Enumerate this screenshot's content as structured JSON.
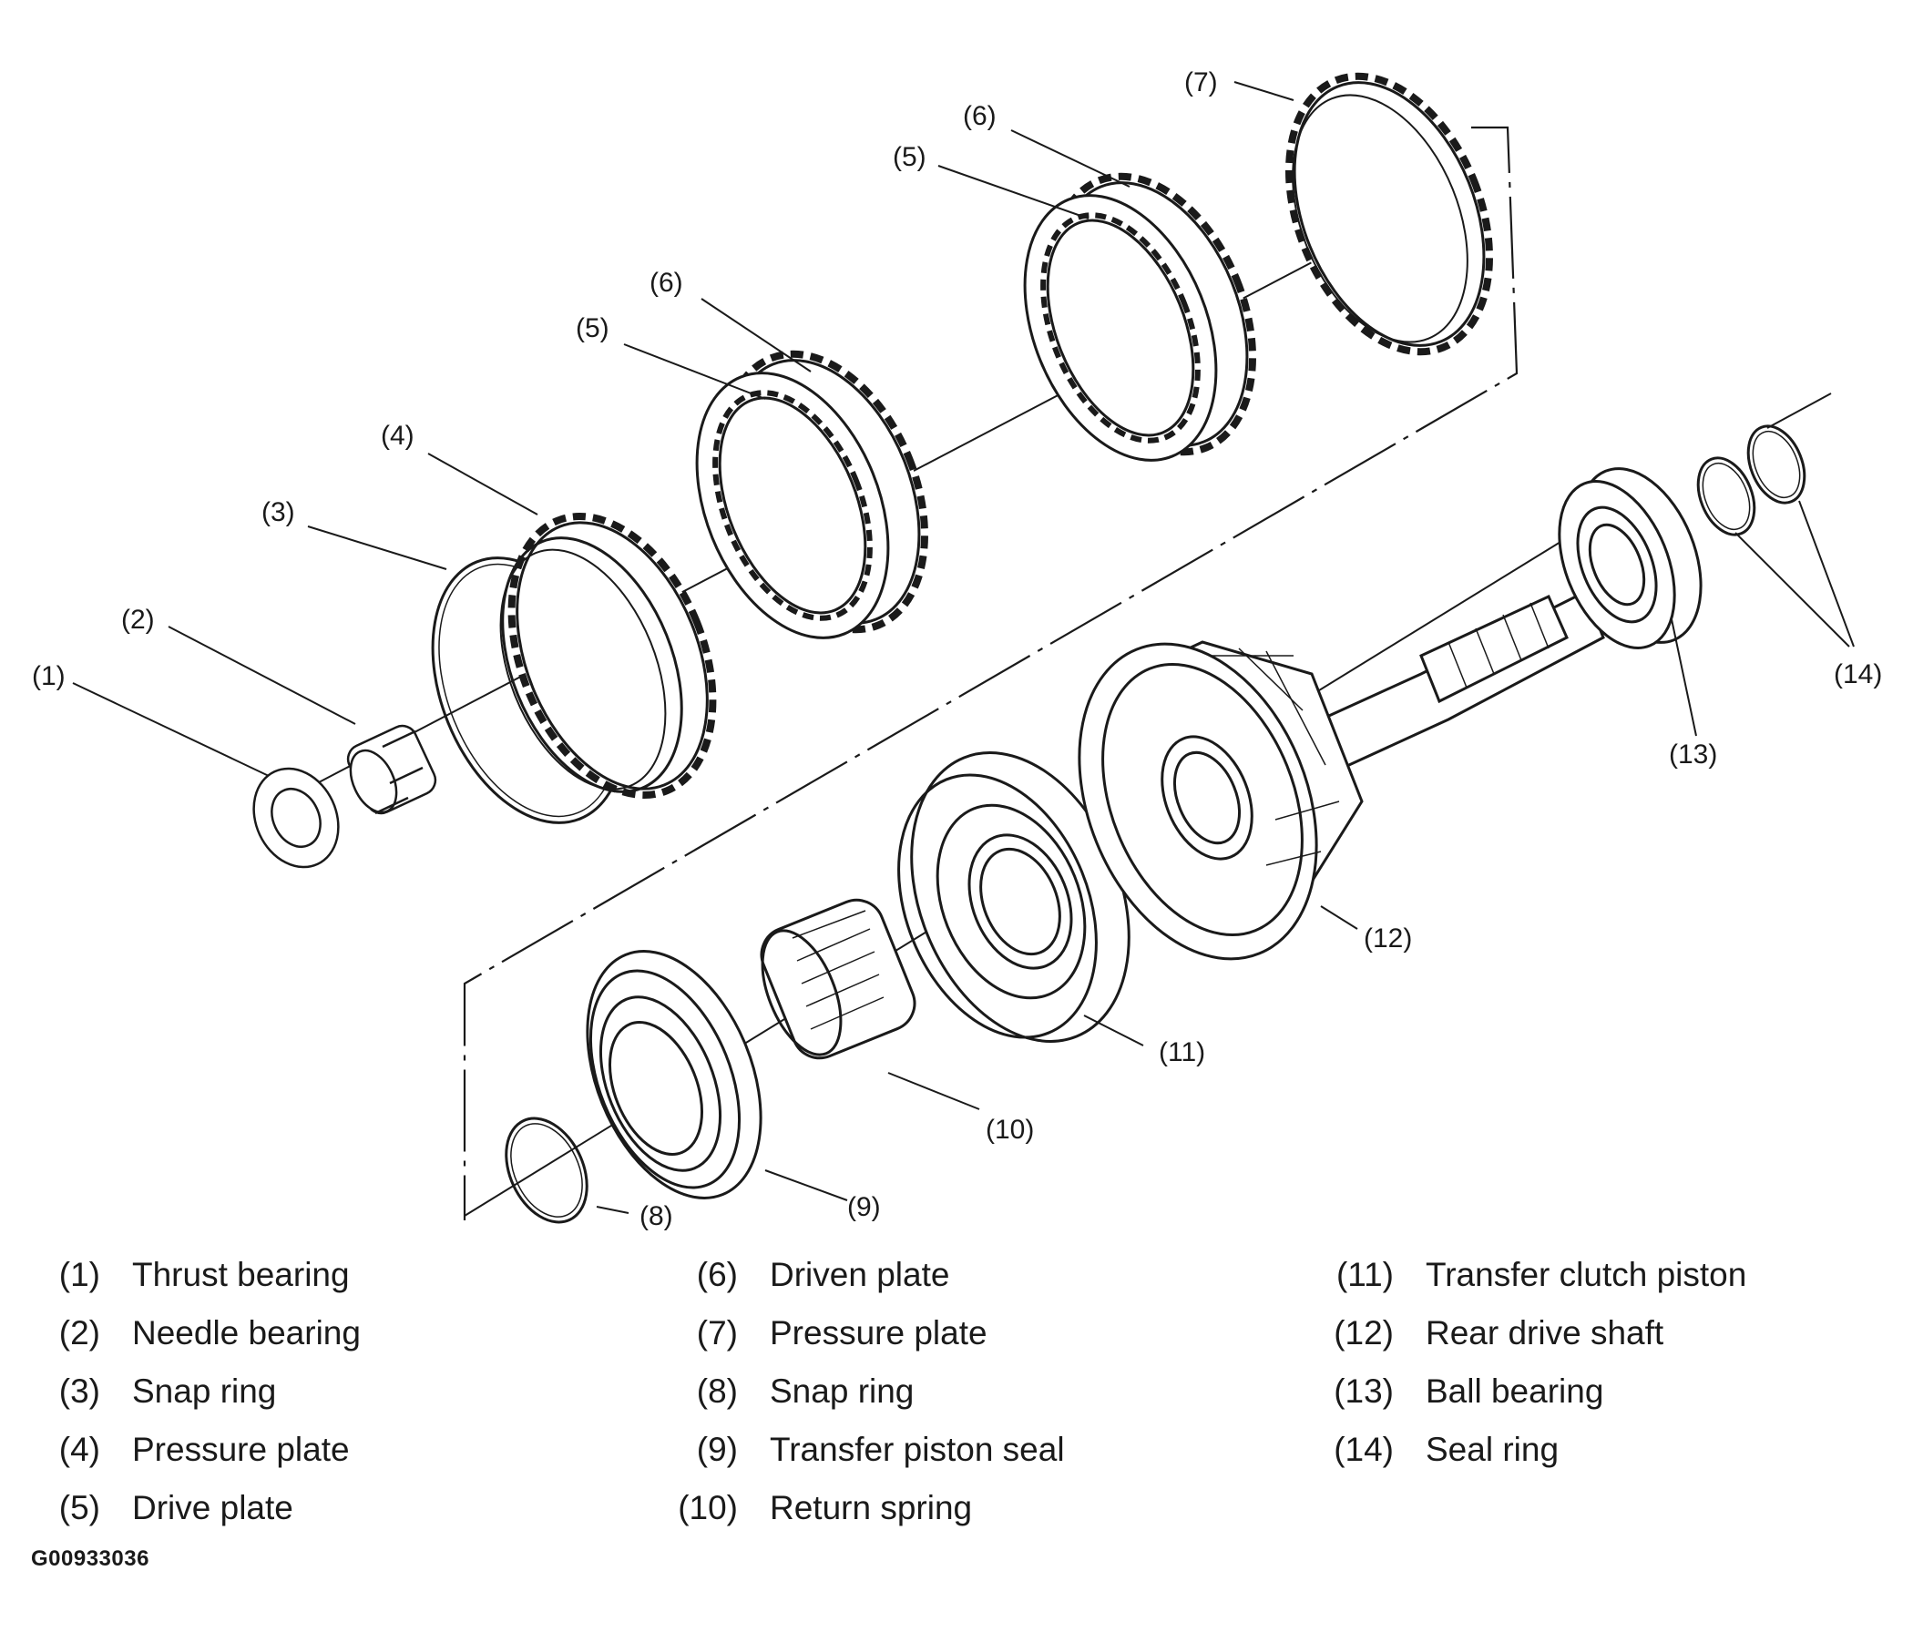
{
  "callouts": [
    {
      "id": "c1",
      "text": "(1)"
    },
    {
      "id": "c2",
      "text": "(2)"
    },
    {
      "id": "c3",
      "text": "(3)"
    },
    {
      "id": "c4",
      "text": "(4)"
    },
    {
      "id": "c5a",
      "text": "(5)"
    },
    {
      "id": "c6a",
      "text": "(6)"
    },
    {
      "id": "c5b",
      "text": "(5)"
    },
    {
      "id": "c6b",
      "text": "(6)"
    },
    {
      "id": "c7",
      "text": "(7)"
    },
    {
      "id": "c8",
      "text": "(8)"
    },
    {
      "id": "c9",
      "text": "(9)"
    },
    {
      "id": "c10",
      "text": "(10)"
    },
    {
      "id": "c11",
      "text": "(11)"
    },
    {
      "id": "c12",
      "text": "(12)"
    },
    {
      "id": "c13",
      "text": "(13)"
    },
    {
      "id": "c14",
      "text": "(14)"
    }
  ],
  "legend": {
    "columns": [
      [
        {
          "num": "(1)",
          "label": "Thrust bearing"
        },
        {
          "num": "(2)",
          "label": "Needle bearing"
        },
        {
          "num": "(3)",
          "label": "Snap ring"
        },
        {
          "num": "(4)",
          "label": "Pressure plate"
        },
        {
          "num": "(5)",
          "label": "Drive plate"
        }
      ],
      [
        {
          "num": "(6)",
          "label": "Driven plate"
        },
        {
          "num": "(7)",
          "label": "Pressure plate"
        },
        {
          "num": "(8)",
          "label": "Snap ring"
        },
        {
          "num": "(9)",
          "label": "Transfer piston seal"
        },
        {
          "num": "(10)",
          "label": "Return spring"
        }
      ],
      [
        {
          "num": "(11)",
          "label": "Transfer clutch piston"
        },
        {
          "num": "(12)",
          "label": "Rear drive shaft"
        },
        {
          "num": "(13)",
          "label": "Ball bearing"
        },
        {
          "num": "(14)",
          "label": "Seal ring"
        }
      ]
    ]
  },
  "figure_id": "G00933036"
}
